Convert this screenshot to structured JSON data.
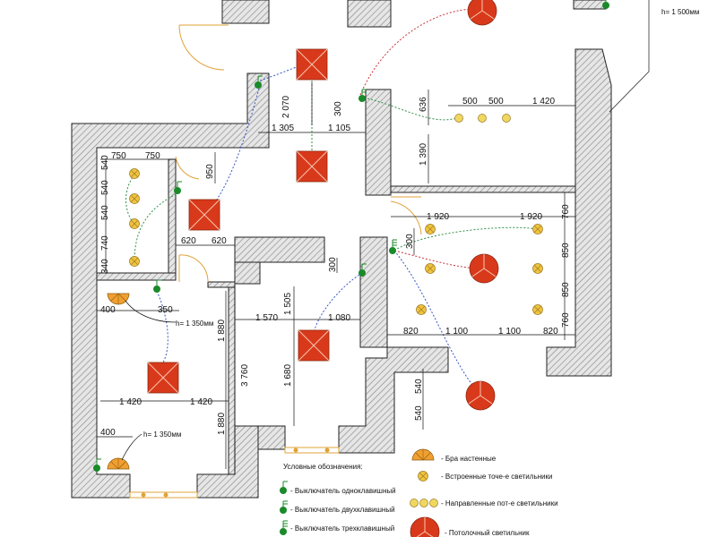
{
  "plan": {
    "dimensions": {
      "d2070": "2 070",
      "d1305": "1 305",
      "d1105": "1 105",
      "d950": "950",
      "d750a": "750",
      "d750b": "750",
      "d540a": "540",
      "d540b": "540",
      "d540c": "540",
      "d740": "740",
      "d340": "340",
      "d620a": "620",
      "d620b": "620",
      "d300a": "300",
      "d636": "636",
      "d500a": "500",
      "d500b": "500",
      "d1420a": "1 420",
      "d1390": "1 390",
      "d1920a": "1 920",
      "d1920b": "1 920",
      "d760a": "760",
      "d850a": "850",
      "d850b": "850",
      "d760b": "760",
      "d300b": "300",
      "d300c": "300",
      "d400a": "400",
      "d350": "350",
      "d1570": "1 570",
      "d1505": "1 505",
      "d1080": "1 080",
      "d1880a": "1 880",
      "d3760": "3 760",
      "d1680": "1 680",
      "d820a": "820",
      "d1100a": "1 100",
      "d1100b": "1 100",
      "d820b": "820",
      "d1420b": "1 420",
      "d1420c": "1 420",
      "d540d": "540",
      "d540e": "540",
      "d1880b": "1 880",
      "d400b": "400"
    },
    "heights": {
      "h1": "h= 1 500мм",
      "h2": "h= 1 350мм",
      "h3": "h= 1 350мм"
    }
  },
  "legend": {
    "title": "Условные обозначения:",
    "items": {
      "switch1": "- Выключатель одноклавишный",
      "switch2": "- Выключатель двухклавишный",
      "switch3": "- Выключатель трехклавишный",
      "wall_lamp": "- Бра настенные",
      "spot": "- Встроенные точе-е светильники",
      "directional": "- Направленные пот-е светильники",
      "ceiling": "- Потолочный светильник"
    }
  },
  "colors": {
    "ceiling_fill": "#d9391b",
    "spot_fill": "#f0c340",
    "switch_green": "#1a8a2a",
    "wire_blue": "#3a55c8",
    "wire_red": "#c8323a",
    "wire_green": "#2f8f4a"
  }
}
